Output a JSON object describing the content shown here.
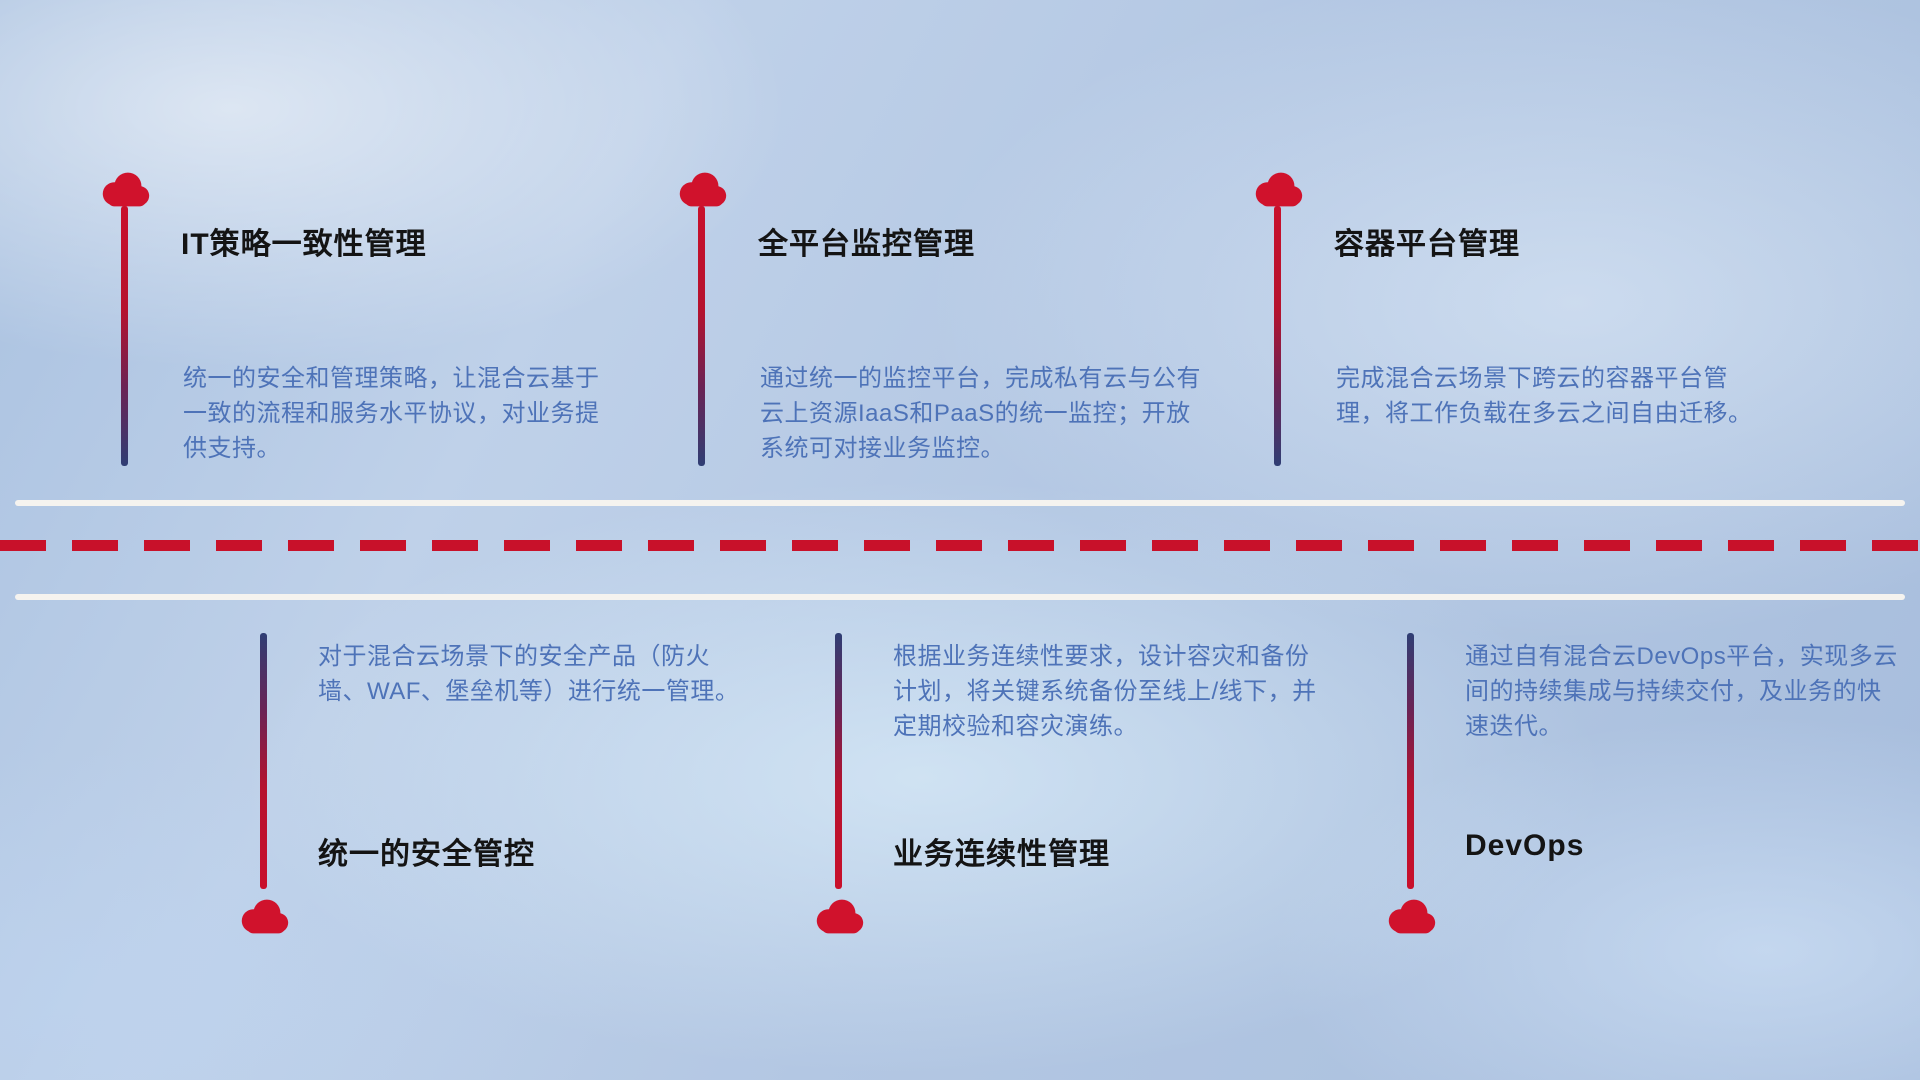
{
  "items_top": [
    {
      "title": "IT策略一致性管理",
      "description": "统一的安全和管理策略，让混合云基于一致的流程和服务水平协议，对业务提供支持。"
    },
    {
      "title": "全平台监控管理",
      "description": "通过统一的监控平台，完成私有云与公有云上资源IaaS和PaaS的统一监控；开放系统可对接业务监控。"
    },
    {
      "title": "容器平台管理",
      "description": "完成混合云场景下跨云的容器平台管理，将工作负载在多云之间自由迁移。"
    }
  ],
  "items_bottom": [
    {
      "title": "统一的安全管控",
      "description": "对于混合云场景下的安全产品（防火墙、WAF、堡垒机等）进行统一管理。"
    },
    {
      "title": "业务连续性管理",
      "description": "根据业务连续性要求，设计容灾和备份计划，将关键系统备份至线上/线下，并定期校验和容灾演练。"
    },
    {
      "title": "DevOps",
      "description": "通过自有混合云DevOps平台，实现多云间的持续集成与持续交付，及业务的快速迭代。"
    }
  ],
  "colors": {
    "accent_red": "#c8112a",
    "line_navy": "#2f3e74",
    "body_text_blue": "#4e73b8",
    "title_text": "#141414",
    "road_white": "#f5f3ef",
    "background_blue": "#b3c7e3"
  }
}
